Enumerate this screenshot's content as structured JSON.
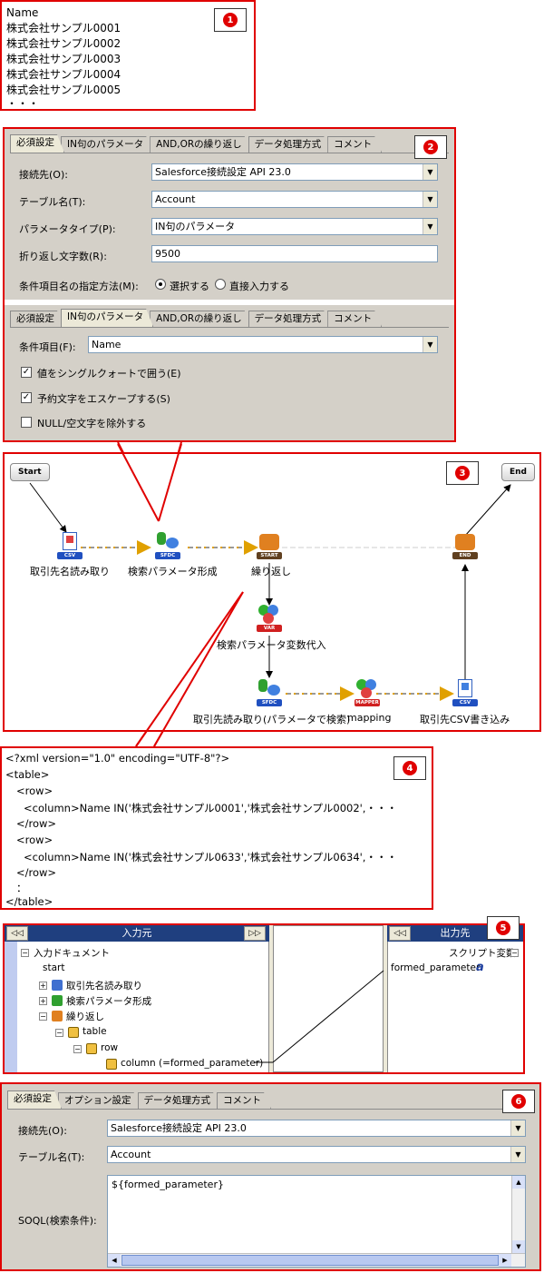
{
  "badges": {
    "p1": "1",
    "p2": "2",
    "p3": "3",
    "p4": "4",
    "p5": "5",
    "p6": "6"
  },
  "panel1": {
    "lines": [
      "Name",
      "株式会社サンプル0001",
      "株式会社サンプル0002",
      "株式会社サンプル0003",
      "株式会社サンプル0004",
      "株式会社サンプル0005",
      "・・・"
    ]
  },
  "panel2": {
    "tabs": [
      "必須設定",
      "IN句のパラメータ",
      "AND,ORの繰り返し",
      "データ処理方式",
      "コメント"
    ],
    "required": {
      "connection_label": "接続先(O):",
      "connection_value": "Salesforce接続設定 API 23.0",
      "table_label": "テーブル名(T):",
      "table_value": "Account",
      "param_type_label": "パラメータタイプ(P):",
      "param_type_value": "IN句のパラメータ",
      "wrap_label": "折り返し文字数(R):",
      "wrap_value": "9500",
      "cond_method_label": "条件項目名の指定方法(M):",
      "radio_select": "選択する",
      "radio_direct": "直接入力する"
    },
    "in_params": {
      "cond_item_label": "条件項目(F):",
      "cond_item_value": "Name",
      "chk1": "値をシングルクォートで囲う(E)",
      "chk2": "予約文字をエスケープする(S)",
      "chk3": "NULL/空文字を除外する"
    }
  },
  "panel3": {
    "start": "Start",
    "end": "End",
    "nodes": {
      "read_csv": "取引先名読み取り",
      "build_param": "検索パラメータ形成",
      "loop": "繰り返し",
      "assign_var": "検索パラメータ変数代入",
      "sfdc_read": "取引先読み取り(パラメータで検索)",
      "mapping": "mapping",
      "csv_write": "取引先CSV書き込み"
    },
    "tags": {
      "csv": "CSV",
      "sfdc": "SFDC",
      "start": "START",
      "end": "END",
      "var": "VAR",
      "mapper": "MAPPER"
    }
  },
  "panel4": {
    "lines": [
      "<?xml version=\"1.0\" encoding=\"UTF-8\"?>",
      "<table>",
      "<row>",
      "<column>Name IN('株式会社サンプル0001','株式会社サンプル0002',・・・",
      "</row>",
      "<row>",
      "<column>Name IN('株式会社サンプル0633','株式会社サンプル0634',・・・",
      "</row>",
      "：",
      "</table>"
    ]
  },
  "panel5": {
    "source_header": "入力元",
    "target_header": "出力先",
    "nav_left": "◁◁",
    "nav_right": "▷▷",
    "tree": {
      "root": "入力ドキュメント",
      "start": "start",
      "read": "取引先名読み取り",
      "build": "検索パラメータ形成",
      "loop": "繰り返し",
      "table": "table",
      "row": "row",
      "column": "column (=formed_parameter)"
    },
    "script_vars": "スクリプト変数",
    "formed_parameter": "formed_parameter",
    "type_icon": "a"
  },
  "panel6": {
    "tabs": [
      "必須設定",
      "オプション設定",
      "データ処理方式",
      "コメント"
    ],
    "connection_label": "接続先(O):",
    "connection_value": "Salesforce接続設定 API 23.0",
    "table_label": "テーブル名(T):",
    "table_value": "Account",
    "soql_label": "SOQL(検索条件):",
    "soql_value": "${formed_parameter}"
  },
  "colors": {
    "frame": "#e00000",
    "header": "#1f3f7f",
    "dialog": "#d4d0c8",
    "panel": "#ece9d8"
  }
}
